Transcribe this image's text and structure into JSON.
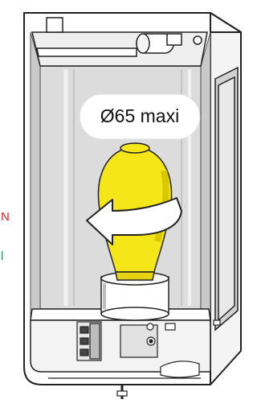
{
  "callout": {
    "text": "Ø65 maxi"
  },
  "edge_labels": {
    "n_label": "N",
    "l_label": "l"
  },
  "colors": {
    "body_fill": "#ffffff",
    "line": "#222222",
    "cavity": "#dcdcdc",
    "cavity_dark": "#bdbdbd",
    "bulb": "#f5e61a",
    "bulb_shade": "#d9c800",
    "arrow_fill": "#ffffff",
    "n_color": "#e0202a",
    "l_color": "#1b9a5a"
  }
}
